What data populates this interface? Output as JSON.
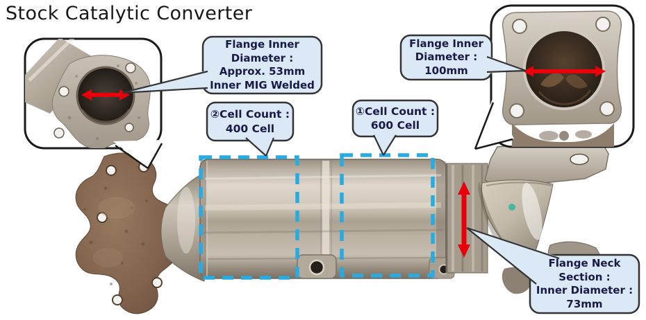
{
  "page_title": "Stock Catalytic Converter",
  "callouts": {
    "flange_inner_left": {
      "lines": [
        "Flange Inner",
        "Diameter :",
        "Approx. 53mm",
        "Inner MIG Welded"
      ]
    },
    "flange_inner_right": {
      "lines": [
        "Flange Inner",
        "Diameter :",
        "100mm"
      ]
    },
    "cell_count_400": {
      "lines": [
        "②Cell Count :",
        "400 Cell"
      ]
    },
    "cell_count_600": {
      "lines": [
        "①Cell Count :",
        "600 Cell"
      ]
    },
    "flange_neck": {
      "lines": [
        "Flange Neck",
        "Section :",
        "Inner Diameter :",
        "73mm"
      ]
    }
  },
  "colors": {
    "cell_area_dash": "#29abe2",
    "measure_arrow": "#e8000b",
    "callout_bg": "#dbe8f6",
    "callout_border": "#333333",
    "callout_text": "#1a1a46",
    "inset_border": "#1a1a1a"
  }
}
